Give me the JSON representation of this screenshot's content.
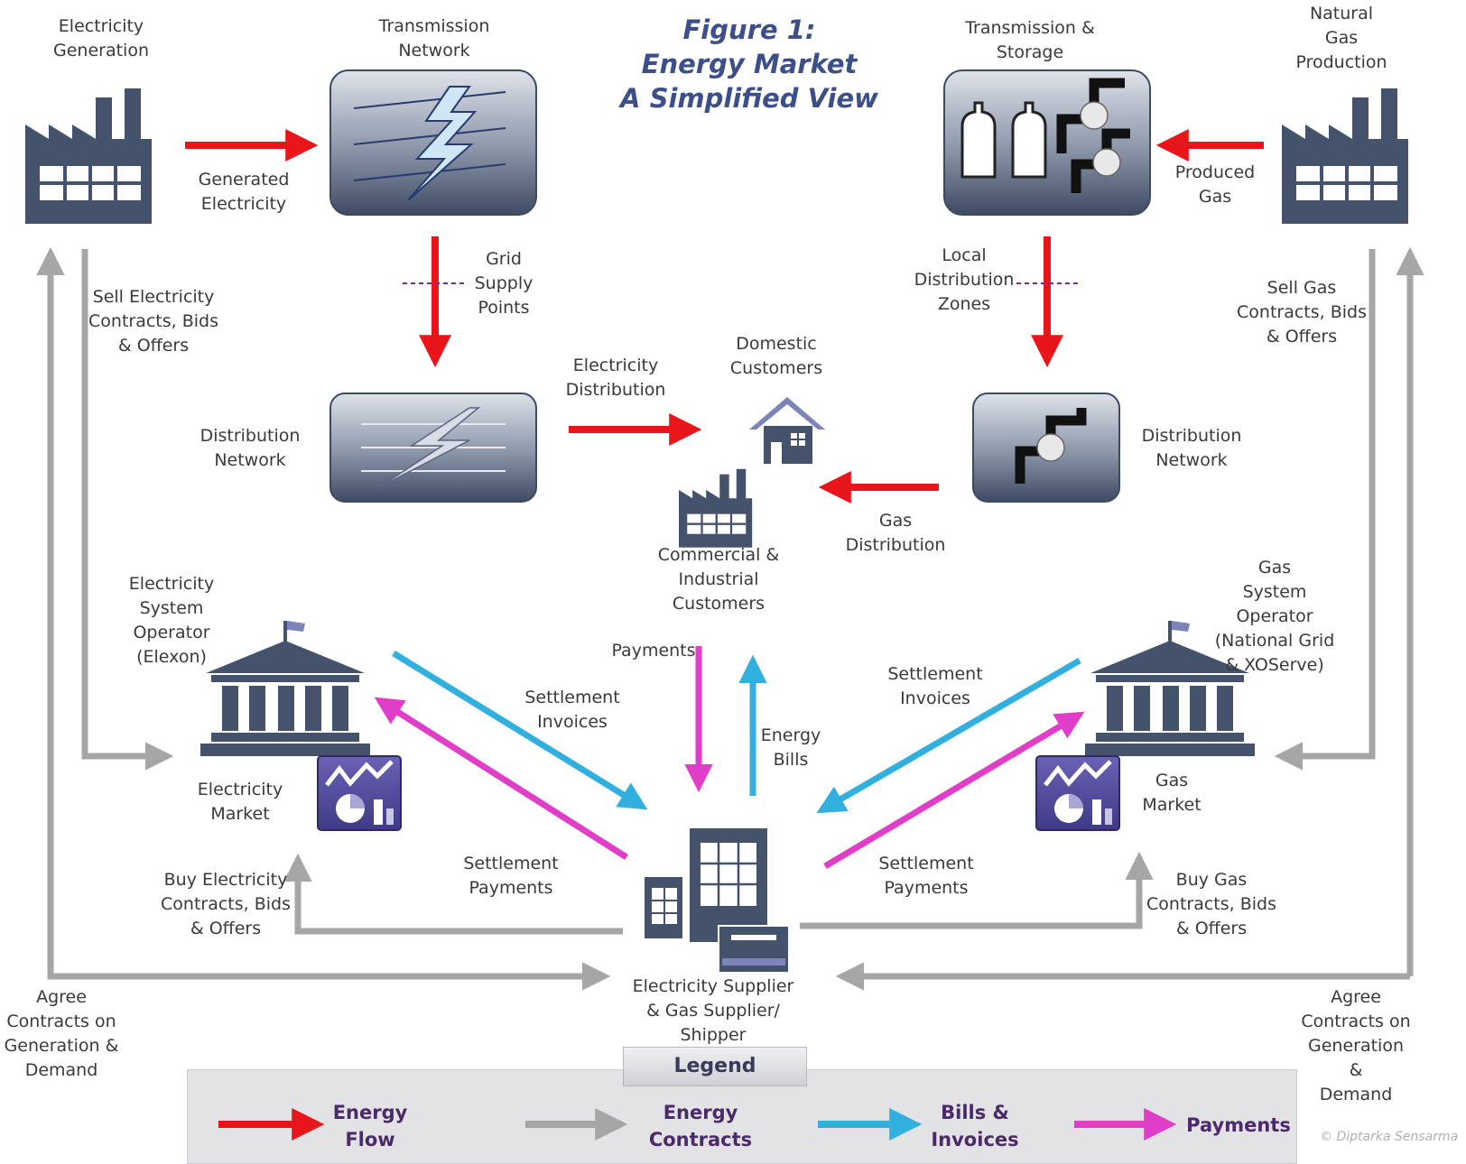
{
  "title": "Figure 1:\nEnergy Market\nA Simplified View",
  "nodes": {
    "electricity_generation": "Electricity\nGeneration",
    "transmission_network": "Transmission\nNetwork",
    "transmission_storage": "Transmission &\nStorage",
    "natural_gas_production": "Natural\nGas\nProduction",
    "elec_distribution_network": "Distribution\nNetwork",
    "gas_distribution_network": "Distribution\nNetwork",
    "domestic_customers": "Domestic\nCustomers",
    "commercial_customers": "Commercial &\nIndustrial\nCustomers",
    "electricity_system_operator": "Electricity\nSystem\nOperator\n(Elexon)",
    "gas_system_operator": "Gas\nSystem\nOperator\n(National Grid\n& XOServe)",
    "electricity_market": "Electricity\nMarket",
    "gas_market": "Gas\nMarket",
    "supplier": "Electricity Supplier\n& Gas Supplier/\nShipper"
  },
  "flows": {
    "generated_electricity": "Generated\nElectricity",
    "produced_gas": "Produced\nGas",
    "grid_supply_points": "Grid\nSupply\nPoints",
    "local_distribution_zones": "Local\nDistribution\nZones",
    "electricity_distribution": "Electricity\nDistribution",
    "gas_distribution": "Gas\nDistribution",
    "sell_electricity": "Sell Electricity\nContracts, Bids\n& Offers",
    "sell_gas": "Sell Gas\nContracts, Bids\n& Offers",
    "buy_electricity": "Buy Electricity\nContracts, Bids\n& Offers",
    "buy_gas": "Buy Gas\nContracts, Bids\n& Offers",
    "agree_left": "Agree\nContracts on\nGeneration &\nDemand",
    "agree_right": "Agree\nContracts on\nGeneration &\nDemand",
    "settlement_invoices_left": "Settlement\nInvoices",
    "settlement_invoices_right": "Settlement\nInvoices",
    "settlement_payments_left": "Settlement\nPayments",
    "settlement_payments_right": "Settlement\nPayments",
    "payments": "Payments",
    "energy_bills": "Energy\nBills"
  },
  "legend": {
    "title": "Legend",
    "items": [
      {
        "label": "Energy\nFlow",
        "color": "#e8161b"
      },
      {
        "label": "Energy\nContracts",
        "color": "#a6a6a6"
      },
      {
        "label": "Bills &\nInvoices",
        "color": "#31b0e0"
      },
      {
        "label": "Payments",
        "color": "#e03dc8"
      }
    ]
  },
  "credit": "© Diptarka Sensarma",
  "colors": {
    "energy_flow": "#e8161b",
    "contracts": "#a6a6a6",
    "bills": "#31b0e0",
    "payments": "#e03dc8",
    "icon_dark": "#3e4a63",
    "title": "#3c4f8a"
  }
}
